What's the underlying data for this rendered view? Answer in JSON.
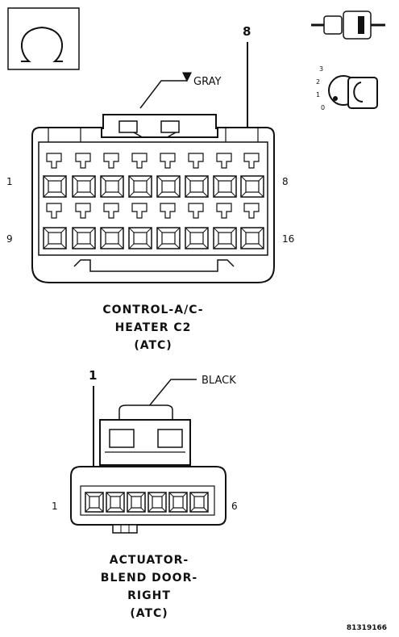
{
  "symbol": {
    "icon": "omega-symbol-icon"
  },
  "legend_icons": {
    "connector_icon": "connector-pair-icon",
    "key_icon": "ignition-key-icon",
    "key_positions": [
      "3",
      "2",
      "1",
      "0"
    ]
  },
  "connector_c2": {
    "wire_color_label": "GRAY",
    "callout_pin": "8",
    "pin_labels": {
      "top_left": "1",
      "top_right": "8",
      "bottom_left": "9",
      "bottom_right": "16"
    },
    "title_lines": [
      "CONTROL-A/C-",
      "HEATER C2",
      "(ATC)"
    ]
  },
  "connector_blend": {
    "wire_color_label": "BLACK",
    "callout_pin": "1",
    "pin_labels": {
      "left": "1",
      "right": "6"
    },
    "title_lines": [
      "ACTUATOR-",
      "BLEND DOOR-",
      "RIGHT",
      "(ATC)"
    ]
  },
  "figure_ref": "81319166"
}
